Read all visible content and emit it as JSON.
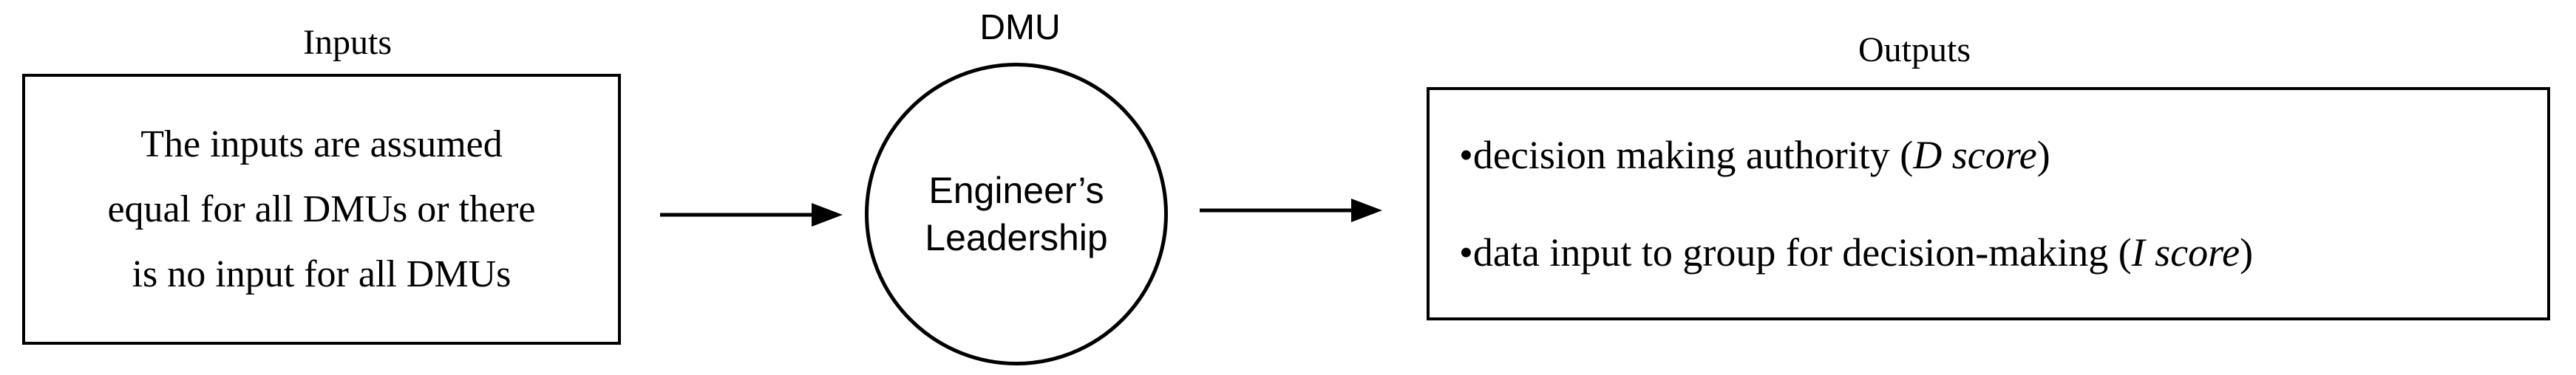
{
  "inputs": {
    "label": "Inputs",
    "lines": [
      "The inputs are assumed",
      "equal for all DMUs or there",
      "is no input for all DMUs"
    ]
  },
  "dmu": {
    "label": "DMU",
    "lines": [
      "Engineer’s",
      "Leadership"
    ]
  },
  "outputs": {
    "label": "Outputs",
    "items": [
      {
        "bullet": "•",
        "text": "decision making authority (",
        "italic": "D score",
        "close": ")"
      },
      {
        "bullet": "•",
        "text": "data input to group for decision-making (",
        "italic": "I score",
        "close": ")"
      }
    ]
  }
}
